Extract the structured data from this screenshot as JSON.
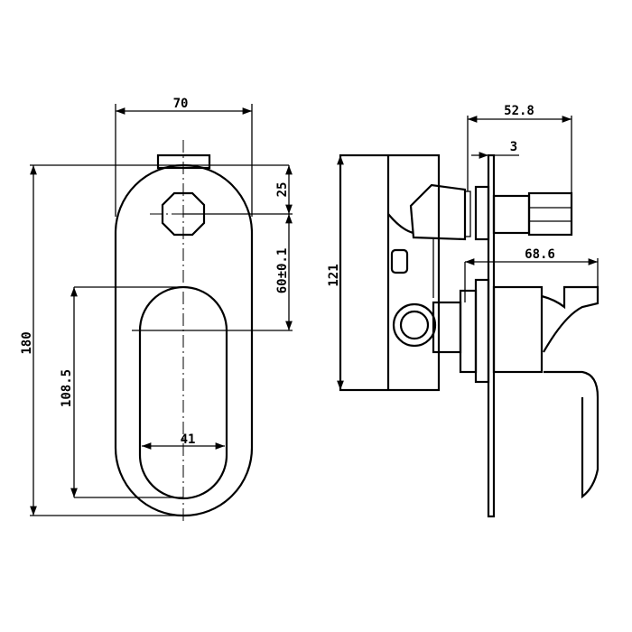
{
  "front_view": {
    "dimensions": {
      "width": "70",
      "height": "180",
      "top_to_hole": "25",
      "hole_to_slot": "60±0.1",
      "slot_height": "108.5",
      "slot_width": "41"
    }
  },
  "side_view": {
    "dimensions": {
      "body_height": "121",
      "diverter_depth": "52.8",
      "plate_thickness": "3",
      "handle_depth": "68.6"
    }
  }
}
